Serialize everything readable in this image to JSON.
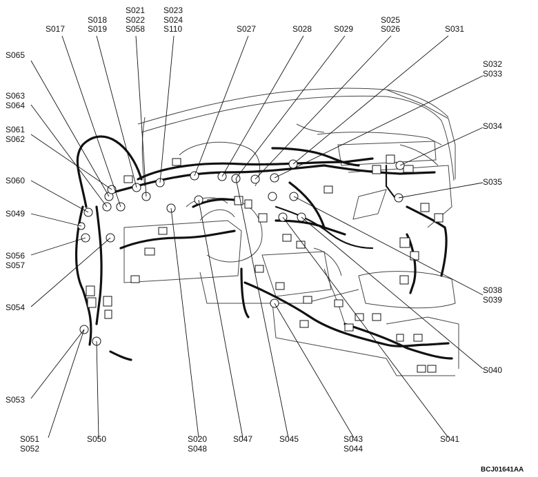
{
  "labels": {
    "S017": "S017",
    "S018_S019": [
      "S018",
      "S019"
    ],
    "S021_S022_S058": [
      "S021",
      "S022",
      "S058"
    ],
    "S023_S024_S110": [
      "S023",
      "S024",
      "S110"
    ],
    "S027": "S027",
    "S028": "S028",
    "S029": "S029",
    "S025_S026": [
      "S025",
      "S026"
    ],
    "S031": "S031",
    "S065": "S065",
    "S032_S033": [
      "S032",
      "S033"
    ],
    "S063_S064": [
      "S063",
      "S064"
    ],
    "S061_S062": [
      "S061",
      "S062"
    ],
    "S034": "S034",
    "S060": "S060",
    "S035": "S035",
    "S049": "S049",
    "S056_S057": [
      "S056",
      "S057"
    ],
    "S054": "S054",
    "S038_S039": [
      "S038",
      "S039"
    ],
    "S040": "S040",
    "S053": "S053",
    "S051_S052": [
      "S051",
      "S052"
    ],
    "S050": "S050",
    "S020_S048": [
      "S020",
      "S048"
    ],
    "S047": "S047",
    "S045": "S045",
    "S043_S044": [
      "S043",
      "S044"
    ],
    "S041": "S041"
  },
  "figure_code": "BCJ01641AA"
}
